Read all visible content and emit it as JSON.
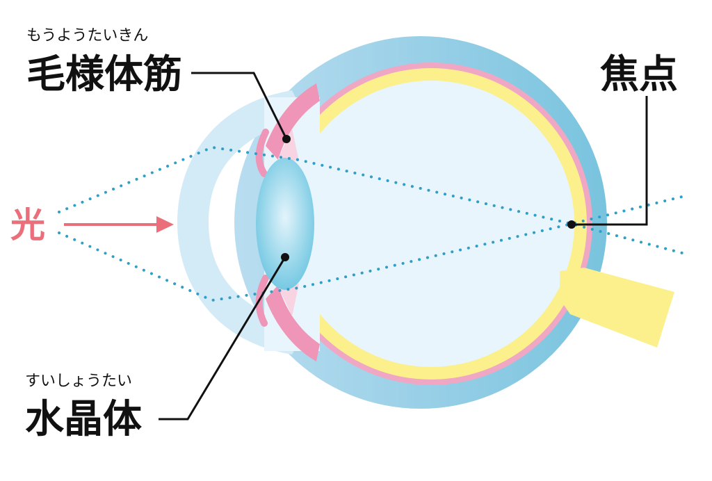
{
  "labels": {
    "ciliary_ruby": "もうようたいきん",
    "ciliary_main": "毛様体筋",
    "lens_ruby": "すいしょうたい",
    "lens_main": "水晶体",
    "focus_main": "焦点",
    "light_main": "光"
  },
  "colors": {
    "sclera_outer": "#b9ddf0",
    "sclera_dark": "#79c3de",
    "cornea": "#d3eaf7",
    "interior": "#e9f5fc",
    "retina_yellow": "#fbf08c",
    "choroid_pink": "#f0a7c3",
    "ciliary_pink": "#ee95b8",
    "lens_center": "#e3f4fb",
    "lens_edge": "#6cc5e1",
    "optic_nerve": "#fbf08c",
    "light_ray_dots": "#2f9fc7",
    "light_red": "#ea6f7b"
  },
  "icons": {
    "light_arrow": "arrow-right-icon",
    "label_dot": "dot-marker-icon"
  }
}
